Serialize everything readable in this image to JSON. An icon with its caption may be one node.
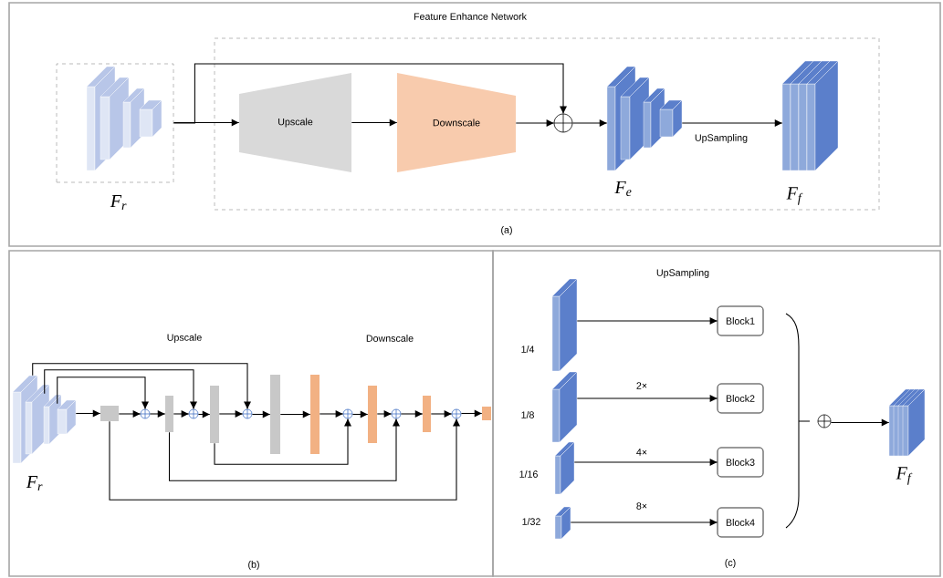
{
  "diagram": {
    "nodes": [
      {
        "text": [
          "Feature Enhance Network"
        ]
      },
      {
        "text": [
          "F$_{r}$"
        ]
      },
      {
        "text": [
          "Upscale"
        ],
        "in": 0
      },
      {
        "text": [
          "Downscale"
        ],
        "in": 0
      },
      {
        "text": [],
        "shape": "circle",
        "in": 0
      },
      {
        "text": [
          "F$_{e}$"
        ],
        "in": 0
      },
      {
        "text": [
          "F$_{f}$"
        ],
        "in": 0
      },
      {
        "text": [
          "F$_{r}$"
        ]
      },
      {
        "text": [],
        "shape": "box"
      },
      {
        "text": [],
        "shape": "circle"
      },
      {
        "text": [],
        "shape": "bar"
      },
      {
        "text": [],
        "shape": "circle"
      },
      {
        "text": [],
        "shape": "bar"
      },
      {
        "text": [],
        "shape": "circle"
      },
      {
        "text": [],
        "shape": "bar"
      },
      {
        "text": [],
        "shape": "bar"
      },
      {
        "text": [],
        "shape": "circle"
      },
      {
        "text": [],
        "shape": "bar"
      },
      {
        "text": [],
        "shape": "circle"
      },
      {
        "text": [],
        "shape": "bar"
      },
      {
        "text": [],
        "shape": "circle"
      },
      {
        "text": [],
        "shape": "box"
      },
      {
        "text": [],
        "shape": "box",
        "beside": [
          "1/4"
        ]
      },
      {
        "text": [],
        "shape": "box",
        "beside": [
          "1/8"
        ]
      },
      {
        "text": [],
        "shape": "box",
        "beside": [
          "1/16"
        ]
      },
      {
        "text": [],
        "shape": "box",
        "beside": [
          "1/32"
        ]
      },
      {
        "text": [
          "Block1"
        ]
      },
      {
        "text": [
          "Block2"
        ]
      },
      {
        "text": [
          "Block3"
        ]
      },
      {
        "text": [
          "Block4"
        ]
      },
      {
        "text": [],
        "shape": "circle"
      },
      {
        "text": [
          "F$_{f}$"
        ]
      }
    ],
    "edges": [
      {
        "from": 1,
        "to": 2,
        "arrow": "to"
      },
      {
        "from": 1,
        "to": 4,
        "arrow": "to"
      },
      {
        "from": 2,
        "to": 3,
        "arrow": "to"
      },
      {
        "from": 3,
        "to": 4,
        "arrow": "to"
      },
      {
        "from": 4,
        "to": 5,
        "arrow": "to"
      },
      {
        "from": 5,
        "to": 6,
        "arrow": "to",
        "label": "UpSampling"
      },
      {
        "from": 7,
        "to": 8,
        "arrow": "to"
      },
      {
        "from": 8,
        "to": 9,
        "arrow": "to"
      },
      {
        "from": 9,
        "to": 10,
        "arrow": "to"
      },
      {
        "from": 10,
        "to": 11,
        "arrow": "to"
      },
      {
        "from": 11,
        "to": 12,
        "arrow": "to"
      },
      {
        "from": 12,
        "to": 13,
        "arrow": "to"
      },
      {
        "from": 13,
        "to": 14,
        "arrow": "to"
      },
      {
        "from": 14,
        "to": 15,
        "arrow": "to"
      },
      {
        "from": 15,
        "to": 16,
        "arrow": "to"
      },
      {
        "from": 16,
        "to": 17,
        "arrow": "to"
      },
      {
        "from": 17,
        "to": 18,
        "arrow": "to"
      },
      {
        "from": 18,
        "to": 19,
        "arrow": "to"
      },
      {
        "from": 19,
        "to": 20,
        "arrow": "to"
      },
      {
        "from": 20,
        "to": 21,
        "arrow": "to"
      },
      {
        "from": 7,
        "to": 9,
        "arrow": "to"
      },
      {
        "from": 7,
        "to": 11,
        "arrow": "to"
      },
      {
        "from": 7,
        "to": 13,
        "arrow": "to"
      },
      {
        "from": 12,
        "to": 16,
        "arrow": "to"
      },
      {
        "from": 10,
        "to": 18,
        "arrow": "to"
      },
      {
        "from": 8,
        "to": 20,
        "arrow": "to"
      },
      {
        "from": 22,
        "to": 26,
        "arrow": "to"
      },
      {
        "from": 23,
        "to": 27,
        "arrow": "to",
        "label": "2×"
      },
      {
        "from": 24,
        "to": 28,
        "arrow": "to",
        "label": "4×"
      },
      {
        "from": 25,
        "to": 29,
        "arrow": "to",
        "label": "8×"
      },
      {
        "from": 30,
        "to": 31,
        "arrow": "to"
      }
    ],
    "labels": [
      "(a)",
      "Upscale",
      "Downscale",
      "(b)",
      "UpSampling",
      "(c)"
    ]
  }
}
